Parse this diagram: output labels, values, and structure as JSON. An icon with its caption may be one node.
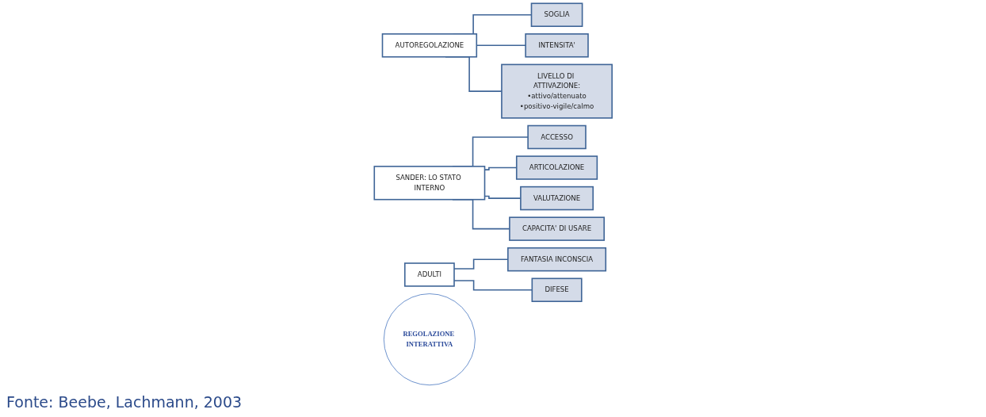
{
  "diagram": {
    "caption": "Fonte: Beebe, Lachmann, 2003",
    "nodes": [
      {
        "text": [
          "AUTOREGOLAZIONE"
        ]
      },
      {
        "text": [
          "SOGLIA"
        ]
      },
      {
        "text": [
          "INTENSITA'"
        ]
      },
      {
        "text": [
          "LIVELLO DI ATTIVAZIONE:",
          "•attivo/attenuato",
          "•positivo-vigile/calmo"
        ]
      },
      {
        "text": [
          "SANDER: LO STATO INTERNO"
        ]
      },
      {
        "text": [
          "ACCESSO"
        ]
      },
      {
        "text": [
          "ARTICOLAZIONE"
        ]
      },
      {
        "text": [
          "VALUTAZIONE"
        ]
      },
      {
        "text": [
          "CAPACITA' DI USARE"
        ]
      },
      {
        "text": [
          "ADULTI"
        ]
      },
      {
        "text": [
          "FANTASIA INCONSCIA"
        ]
      },
      {
        "text": [
          "DIFESE"
        ]
      },
      {
        "text": [
          "REGOLAZIONE INTERATTIVA"
        ]
      }
    ],
    "edges": [
      {
        "from": 0,
        "to": 1,
        "arrow": "none"
      },
      {
        "from": 0,
        "to": 2,
        "arrow": "none"
      },
      {
        "from": 0,
        "to": 3,
        "arrow": "none"
      },
      {
        "from": 4,
        "to": 5,
        "arrow": "none"
      },
      {
        "from": 4,
        "to": 6,
        "arrow": "none"
      },
      {
        "from": 4,
        "to": 7,
        "arrow": "none"
      },
      {
        "from": 4,
        "to": 8,
        "arrow": "none"
      },
      {
        "from": 9,
        "to": 10,
        "arrow": "none"
      },
      {
        "from": 9,
        "to": 11,
        "arrow": "none"
      }
    ]
  }
}
